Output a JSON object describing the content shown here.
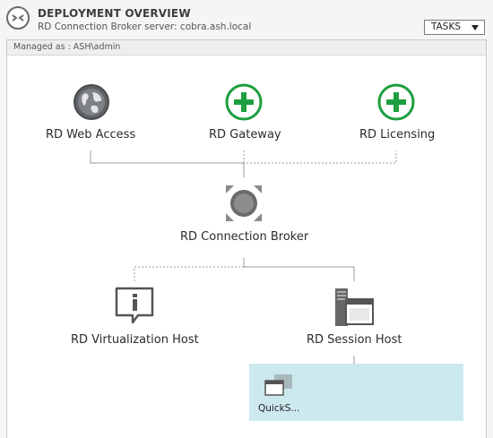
{
  "header": {
    "title": "DEPLOYMENT OVERVIEW",
    "subtitle": "RD Connection Broker server: cobra.ash.local",
    "tasks_label": "TASKS"
  },
  "managed": {
    "text": "Managed as : ASH\\admin"
  },
  "nodes": {
    "web_access": {
      "label": "RD Web Access",
      "icon": "globe-icon"
    },
    "gateway": {
      "label": "RD Gateway",
      "icon": "add-plus-icon"
    },
    "licensing": {
      "label": "RD Licensing",
      "icon": "add-plus-icon"
    },
    "connection_broker": {
      "label": "RD Connection Broker",
      "icon": "connection-broker-icon"
    },
    "virtualization_host": {
      "label": "RD Virtualization Host",
      "icon": "info-speech-bubble-icon"
    },
    "session_host": {
      "label": "RD Session Host",
      "icon": "server-windows-icon"
    }
  },
  "collection": {
    "label": "QuickS...",
    "icon": "collection-windows-icon"
  },
  "colors": {
    "plus_green": "#1e9e3e",
    "collection_bg": "#cce9ee",
    "icon_gray": "#6b6b6b"
  }
}
